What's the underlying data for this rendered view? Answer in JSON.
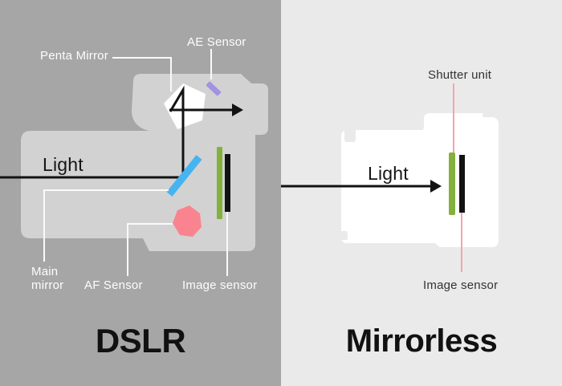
{
  "diagram": {
    "dslr": {
      "title": "DSLR",
      "light_label": "Light",
      "penta_mirror_label": "Penta Mirror",
      "ae_sensor_label": "AE Sensor",
      "main_mirror_label": "Main\nmirror",
      "af_sensor_label": "AF Sensor",
      "image_sensor_label": "Image sensor"
    },
    "mirrorless": {
      "title": "Mirrorless",
      "light_label": "Light",
      "shutter_unit_label": "Shutter unit",
      "image_sensor_label": "Image sensor"
    }
  },
  "colors": {
    "bg_left": "#a6a6a6",
    "bg_right": "#eaeaea",
    "dslr_body": "#d2d2d2",
    "mirrorless_body": "#ffffff",
    "pentaprism_white": "#ffffff",
    "light_path_black": "#121212",
    "main_mirror_blue": "#45b4f0",
    "af_sensor_pink": "#f9848f",
    "ae_sensor_purple": "#a392e0",
    "shutter_green": "#84b13c",
    "image_sensor_black": "#121212",
    "leader_white": "#fafafa",
    "leader_pink": "#f2a4b1"
  }
}
